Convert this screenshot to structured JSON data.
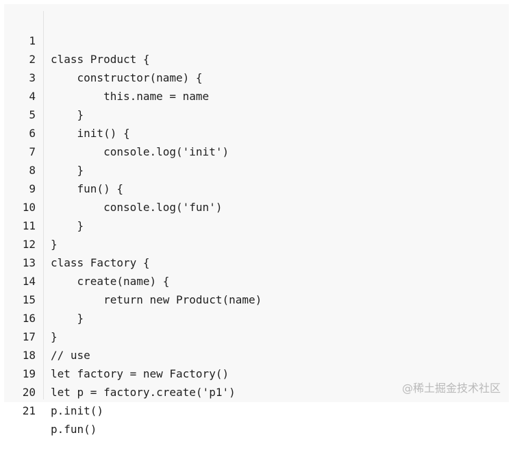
{
  "code": {
    "lines": [
      {
        "number": "1",
        "text": "class Product {"
      },
      {
        "number": "2",
        "text": "    constructor(name) {"
      },
      {
        "number": "3",
        "text": "        this.name = name"
      },
      {
        "number": "4",
        "text": "    }"
      },
      {
        "number": "5",
        "text": "    init() {"
      },
      {
        "number": "6",
        "text": "        console.log('init')"
      },
      {
        "number": "7",
        "text": "    }"
      },
      {
        "number": "8",
        "text": "    fun() {"
      },
      {
        "number": "9",
        "text": "        console.log('fun')"
      },
      {
        "number": "10",
        "text": "    }"
      },
      {
        "number": "11",
        "text": "}"
      },
      {
        "number": "12",
        "text": "class Factory {"
      },
      {
        "number": "13",
        "text": "    create(name) {"
      },
      {
        "number": "14",
        "text": "        return new Product(name)"
      },
      {
        "number": "15",
        "text": "    }"
      },
      {
        "number": "16",
        "text": "}"
      },
      {
        "number": "17",
        "text": "// use"
      },
      {
        "number": "18",
        "text": "let factory = new Factory()"
      },
      {
        "number": "19",
        "text": "let p = factory.create('p1')"
      },
      {
        "number": "20",
        "text": "p.init()"
      },
      {
        "number": "21",
        "text": "p.fun()"
      }
    ]
  },
  "watermark": {
    "text": "@稀土掘金技术社区"
  }
}
